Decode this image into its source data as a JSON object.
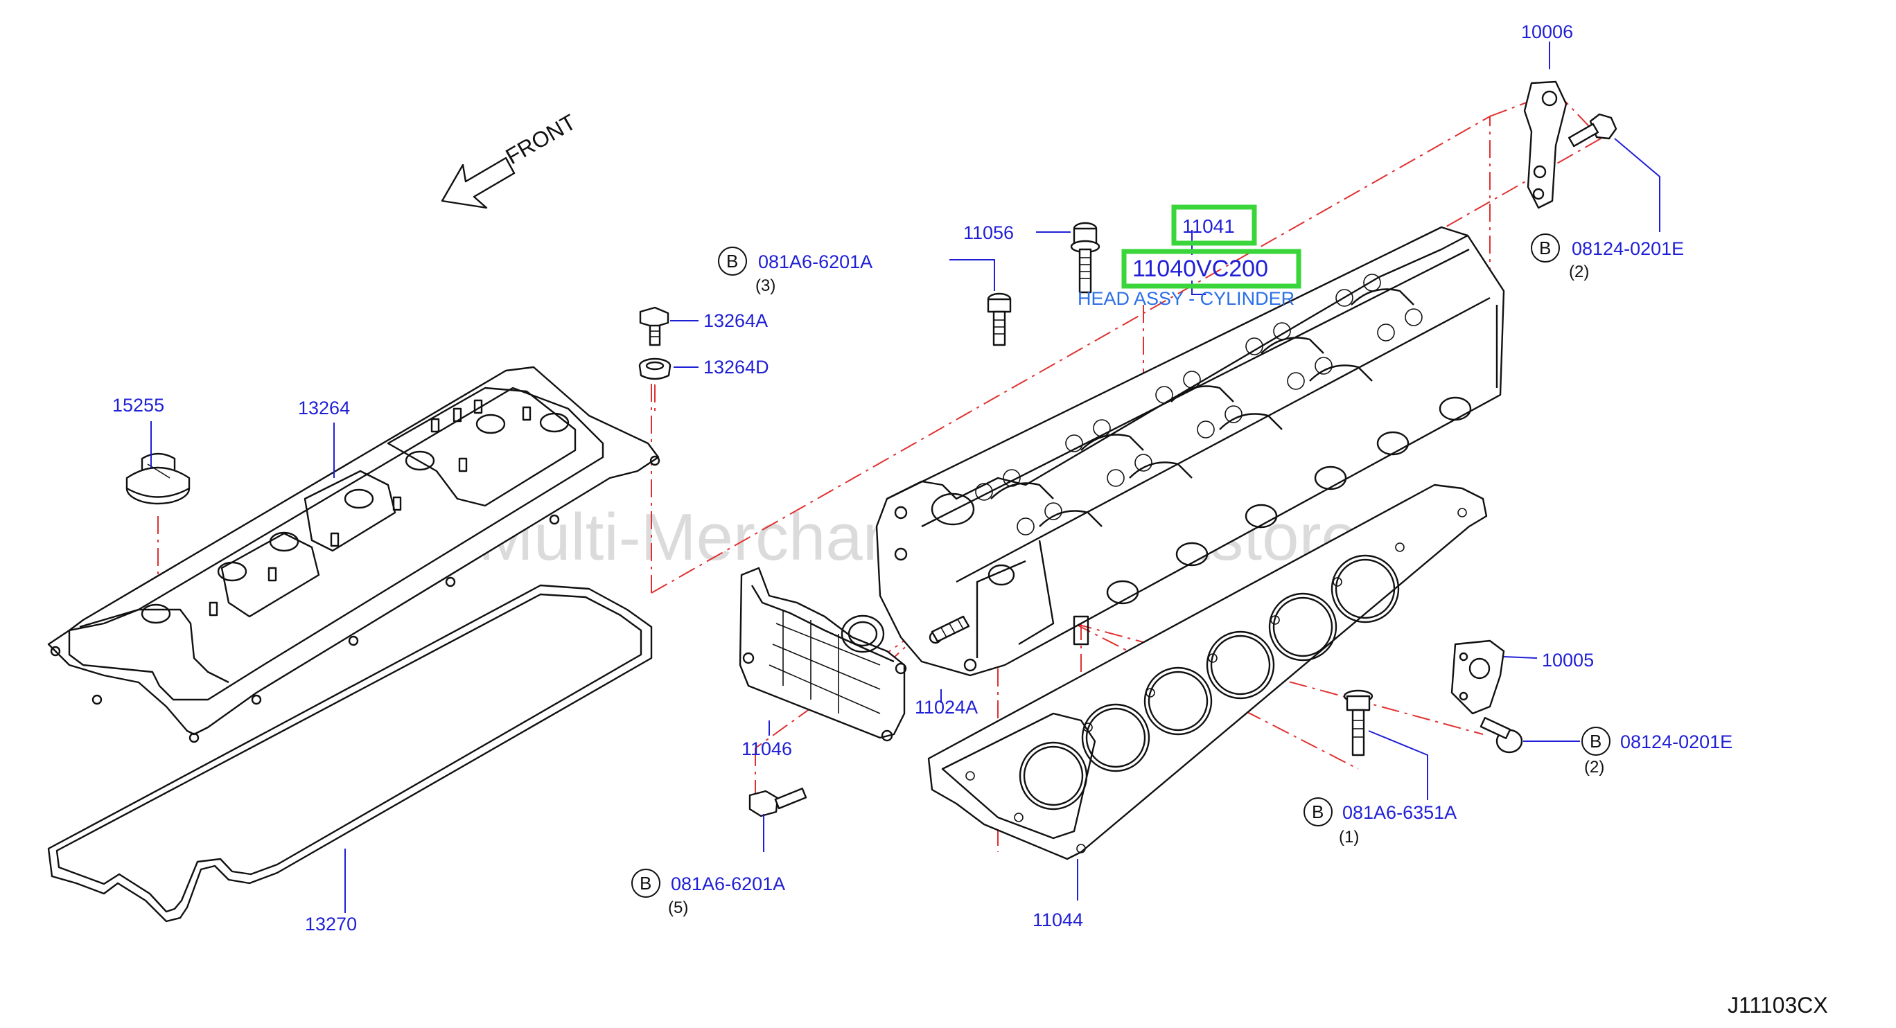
{
  "diagram": {
    "code": "J11103CX",
    "front_label": "FRONT",
    "watermark": "Multi-Merchant Auto Partstore",
    "bolt_marker": "B",
    "highlight_color": "#39d53a",
    "label_color": "#1f1fd6",
    "phantom_line_color": "#e03030",
    "highlighted_part": {
      "number": "11040VC200",
      "sub_number": "11041",
      "description": "HEAD ASSY - CYLINDER"
    },
    "labels": {
      "p10006": "10006",
      "p10005": "10005",
      "p11056": "11056",
      "p13264A": "13264A",
      "p13264D": "13264D",
      "p15255": "15255",
      "p13264": "13264",
      "p11024A": "11024A",
      "p11046": "11046",
      "p13270": "13270",
      "p11044": "11044"
    },
    "bolts": [
      {
        "number": "081A6-6201A",
        "qty": "(3)"
      },
      {
        "number": "08124-0201E",
        "qty": "(2)"
      },
      {
        "number": "08124-0201E",
        "qty": "(2)"
      },
      {
        "number": "081A6-6351A",
        "qty": "(1)"
      },
      {
        "number": "081A6-6201A",
        "qty": "(5)"
      }
    ]
  }
}
